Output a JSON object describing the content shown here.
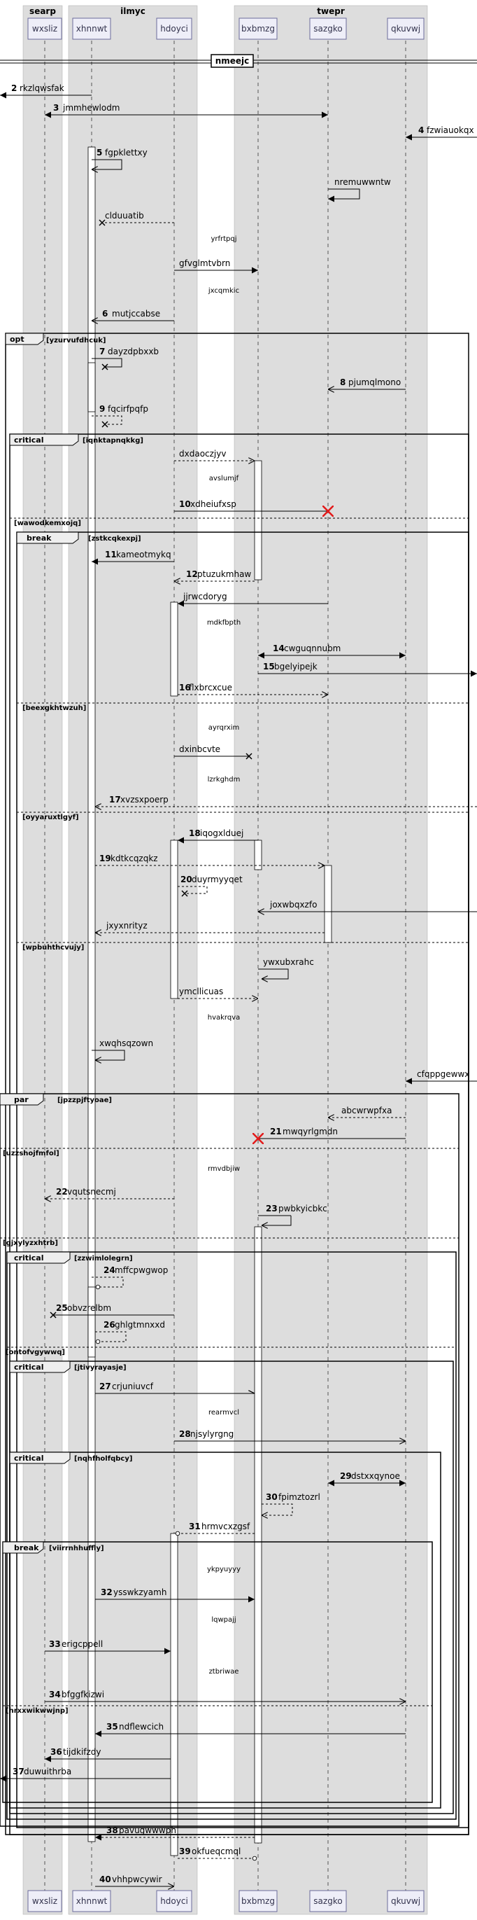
{
  "diagram": {
    "groups": [
      {
        "id": "g_searp",
        "label": "searp"
      },
      {
        "id": "g_ilmyc",
        "label": "ilmyc"
      },
      {
        "id": "g_twepr",
        "label": "twepr"
      }
    ],
    "participants": [
      {
        "id": "wxsliz",
        "label": "wxsliz"
      },
      {
        "id": "xhnnwt",
        "label": "xhnnwt"
      },
      {
        "id": "hdoyci",
        "label": "hdoyci"
      },
      {
        "id": "bxbmzg",
        "label": "bxbmzg"
      },
      {
        "id": "sazgko",
        "label": "sazgko"
      },
      {
        "id": "qkuvwj",
        "label": "qkuvwj"
      }
    ],
    "divider": "nmeejc",
    "fragments": [
      {
        "id": "f1",
        "keyword": "opt",
        "guard": "[yzurvufdhcuk]"
      },
      {
        "id": "f2",
        "keyword": "critical",
        "guard": "[iqnktapnqkkg]"
      },
      {
        "id": "f2b",
        "keyword": "",
        "guard": "[wawodkemxojq]"
      },
      {
        "id": "f3",
        "keyword": "break",
        "guard": "[zstkcqkexpj]"
      },
      {
        "id": "f3b",
        "keyword": "",
        "guard": "[beexgkhtwzuh]"
      },
      {
        "id": "f3c",
        "keyword": "",
        "guard": "[oyyaruxtlgyf]"
      },
      {
        "id": "f3d",
        "keyword": "",
        "guard": "[wpbuhthcvujy]"
      },
      {
        "id": "f4",
        "keyword": "par",
        "guard": "[jpzzpjftyoae]"
      },
      {
        "id": "f4b",
        "keyword": "",
        "guard": "[uzzshojfmfol]"
      },
      {
        "id": "f4c",
        "keyword": "",
        "guard": "[gjxylyzxhtrb]"
      },
      {
        "id": "f5",
        "keyword": "critical",
        "guard": "[zzwimlolegrn]"
      },
      {
        "id": "f5b",
        "keyword": "",
        "guard": "[ontofvgywwq]"
      },
      {
        "id": "f6",
        "keyword": "critical",
        "guard": "[jtivyrayasje]"
      },
      {
        "id": "f7",
        "keyword": "critical",
        "guard": "[nqhfholfqbcy]"
      },
      {
        "id": "f8",
        "keyword": "break",
        "guard": "[viirrnhhuffly]"
      },
      {
        "id": "f8b",
        "keyword": "",
        "guard": "[hrxxwikwwjnp]"
      }
    ],
    "notes": [
      "yrfrtpqj",
      "jxcqmkic",
      "avslumjf",
      "mdkfbpth",
      "ayrqrxim",
      "lzrkghdm",
      "hvakrqva",
      "rmvdbjiw",
      "rearmvcl",
      "ykpyuyyy",
      "lqwpajj",
      "ztbriwae"
    ],
    "messages": [
      {
        "num": "",
        "label": "nmeejc"
      },
      {
        "num": "2",
        "label": "rkzlqwsfak"
      },
      {
        "num": "3",
        "label": "jmmhewlodm"
      },
      {
        "num": "4",
        "label": "fzwiauokqx"
      },
      {
        "num": "5",
        "label": "fgpklettxy"
      },
      {
        "num": "",
        "label": "nremuwwntw"
      },
      {
        "num": "",
        "label": "clduuatib"
      },
      {
        "num": "",
        "label": "gfvglmtvbrn"
      },
      {
        "num": "6",
        "label": "mutjccabse"
      },
      {
        "num": "7",
        "label": "dayzdpbxxb"
      },
      {
        "num": "8",
        "label": "pjumqlmono"
      },
      {
        "num": "9",
        "label": "fqcirfpqfp"
      },
      {
        "num": "",
        "label": "dxdaoczjyv"
      },
      {
        "num": "10",
        "label": "xdheiufxsp"
      },
      {
        "num": "11",
        "label": "kameotmykq"
      },
      {
        "num": "12",
        "label": "ptuzukmhaw"
      },
      {
        "num": "",
        "label": "jjrwcdoryg"
      },
      {
        "num": "14",
        "label": "cwguqnnubm"
      },
      {
        "num": "15",
        "label": "bgelyipejk"
      },
      {
        "num": "16",
        "label": "flxbrcxcue"
      },
      {
        "num": "",
        "label": "dxinbcvte"
      },
      {
        "num": "17",
        "label": "xvzsxpoerp"
      },
      {
        "num": "18",
        "label": "iqogxlduej"
      },
      {
        "num": "19",
        "label": "kdtkcqzqkz"
      },
      {
        "num": "20",
        "label": "duyrmyyqet"
      },
      {
        "num": "",
        "label": "joxwbqxzfo"
      },
      {
        "num": "",
        "label": "jxyxnrityz"
      },
      {
        "num": "",
        "label": "ywxubxrahc"
      },
      {
        "num": "",
        "label": "ymcllicuas"
      },
      {
        "num": "",
        "label": "xwqhsqzown"
      },
      {
        "num": "",
        "label": "cfqppgewwx"
      },
      {
        "num": "",
        "label": "abcwrwpfxa"
      },
      {
        "num": "21",
        "label": "mwqyrlgmdn"
      },
      {
        "num": "22",
        "label": "vqutsnecmj"
      },
      {
        "num": "23",
        "label": "pwbkyicbkc"
      },
      {
        "num": "24",
        "label": "mffcpwgwop"
      },
      {
        "num": "25",
        "label": "obvzrelbm"
      },
      {
        "num": "26",
        "label": "ghlgtmnxxd"
      },
      {
        "num": "27",
        "label": "crjuniuvcf"
      },
      {
        "num": "28",
        "label": "njsylyrgng"
      },
      {
        "num": "29",
        "label": "dstxxqynoe"
      },
      {
        "num": "30",
        "label": "fpimztozrl"
      },
      {
        "num": "31",
        "label": "hrmvcxzgsf"
      },
      {
        "num": "32",
        "label": "ysswkzyamh"
      },
      {
        "num": "33",
        "label": "erigcppell"
      },
      {
        "num": "34",
        "label": "bfggfkizwi"
      },
      {
        "num": "35",
        "label": "ndflewcich"
      },
      {
        "num": "36",
        "label": "tijdkifzdy"
      },
      {
        "num": "37",
        "label": "duwuithrba"
      },
      {
        "num": "38",
        "label": "pavugwwwph"
      },
      {
        "num": "39",
        "label": "okfueqcmql"
      },
      {
        "num": "40",
        "label": "vhhpwcywir"
      }
    ]
  }
}
